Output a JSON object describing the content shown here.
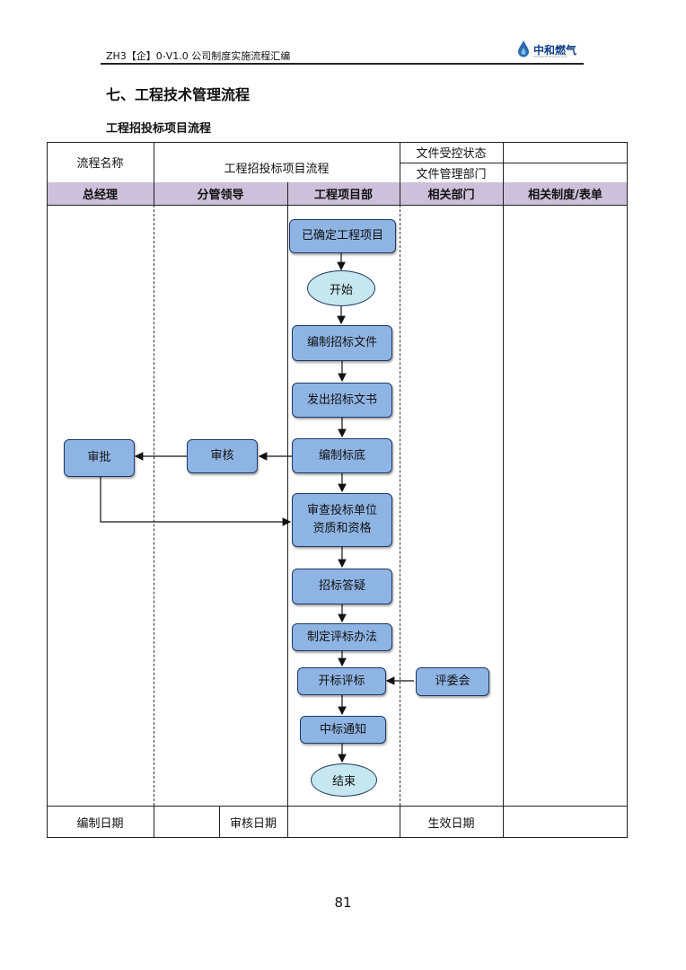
{
  "header": {
    "doc_code": "ZH3【企】0-V1.0 公司制度实施流程汇编",
    "logo_text": "中和燃气",
    "logo_sub": "ZHONGHE NATURAL GAS"
  },
  "section_title": "七、工程技术管理流程",
  "subsection_title": "工程招投标项目流程",
  "table": {
    "process_name_label": "流程名称",
    "process_name_value": "工程招投标项目流程",
    "control_status_label": "文件受控状态",
    "control_status_value": "",
    "dept_label": "文件管理部门",
    "dept_value": "",
    "lanes": [
      "总经理",
      "分管领导",
      "工程项目部",
      "相关部门",
      "相关制度/表单"
    ],
    "footer": {
      "compile_date_label": "编制日期",
      "compile_date_value": "",
      "review_date_label": "审核日期",
      "review_date_value": "",
      "effective_date_label": "生效日期",
      "effective_date_value": ""
    }
  },
  "flow": {
    "confirmed": "已确定工程项目",
    "start": "开始",
    "prepare_docs": "编制招标文件",
    "issue_docs": "发出招标文书",
    "prepare_base": "编制标底",
    "review": "审核",
    "approve": "审批",
    "qualify_line1": "审查投标单位",
    "qualify_line2": "资质和资格",
    "qa": "招标答疑",
    "method": "制定评标办法",
    "open_eval": "开标评标",
    "committee": "评委会",
    "notice": "中标通知",
    "end": "结束"
  },
  "page_number": "81"
}
